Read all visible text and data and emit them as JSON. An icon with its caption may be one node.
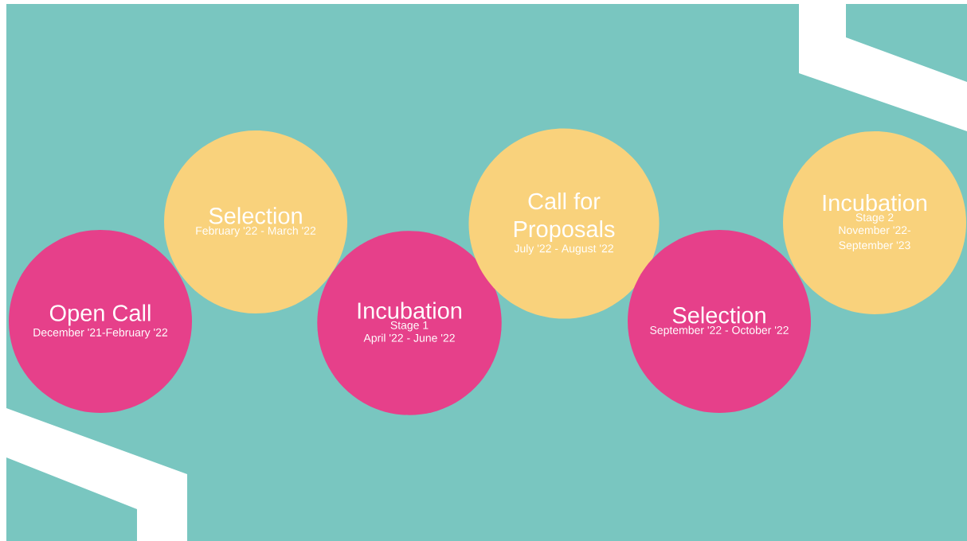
{
  "diagram": {
    "nodes": [
      {
        "text": [
          "Open Call",
          "December '21-February '22"
        ]
      },
      {
        "text": [
          "Selection",
          "February '22 - March '22"
        ]
      },
      {
        "text": [
          "Incubation",
          "Stage 1",
          "April '22 - June '22"
        ]
      },
      {
        "text": [
          "Call for Proposals",
          "July '22 - August '22"
        ]
      },
      {
        "text": [
          "Selection",
          "September '22 - October '22"
        ]
      },
      {
        "text": [
          "Incubation",
          "Stage 2",
          "November '22- September '23"
        ]
      }
    ]
  }
}
